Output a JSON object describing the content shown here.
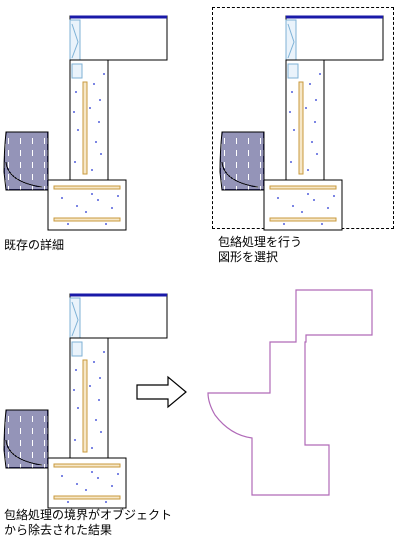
{
  "captions": {
    "existing_detail": "既存の詳細",
    "select_line1": "包絡処理を行う",
    "select_line2": "図形を選択",
    "result_line1": "包絡処理の境界がオブジェクト",
    "result_line2": "から除去された結果"
  },
  "colors": {
    "outline": "#000000",
    "concrete_speckle": "#1f2fd0",
    "slab_top_band": "#1a1aa8",
    "rebar": "#c89a3c",
    "insulation": "#7fb2d6",
    "selection_dash": "#000000",
    "envelope_boundary": "#b06ab8"
  },
  "icons": {
    "process_arrow": "right-arrow-icon"
  }
}
